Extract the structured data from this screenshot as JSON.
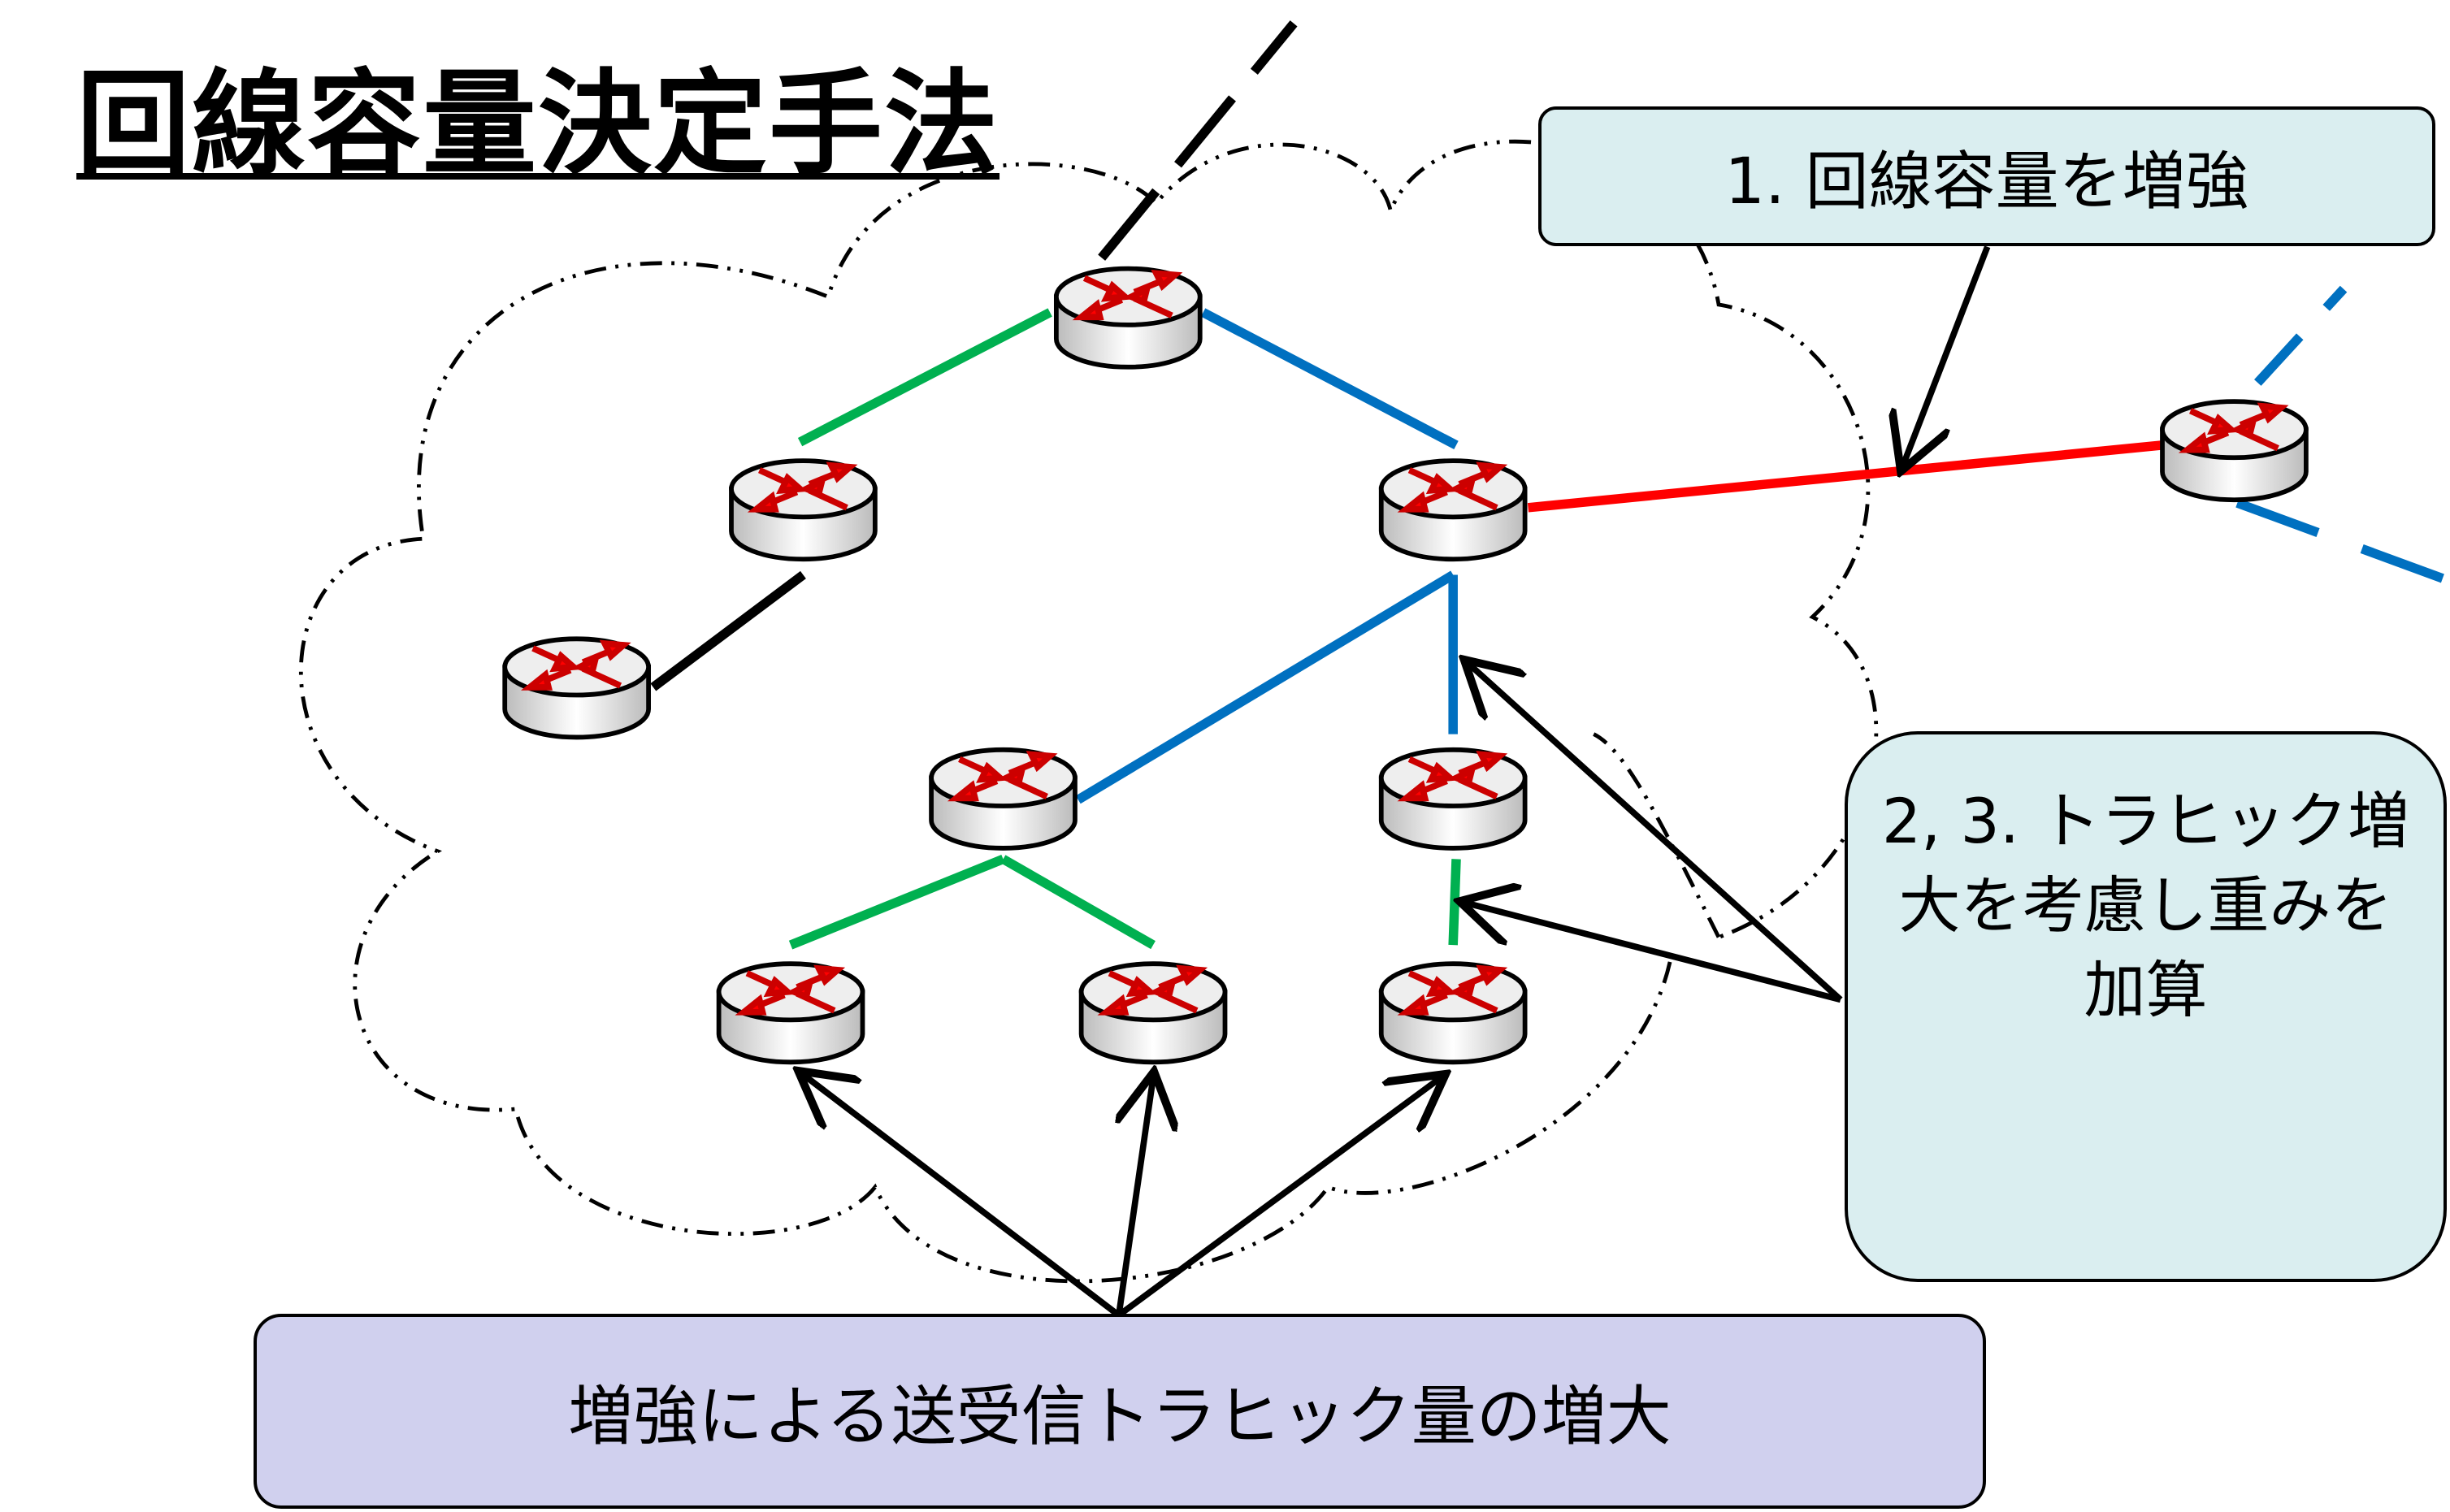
{
  "title": "回線容量決定手法",
  "callouts": {
    "step1": "1. 回線容量を増強",
    "step23": "2, 3. トラヒック増大を考慮し重みを加算",
    "traffic": "増強による送受信トラヒック量の増大"
  },
  "colors": {
    "link_green": "#00b050",
    "link_blue": "#0070c0",
    "link_red": "#ff0000",
    "link_black": "#000000",
    "router_arrow": "#ff0000",
    "callout_teal": "#daeef0",
    "callout_purple": "#d0d0ee"
  },
  "routers": [
    "top",
    "left-upper",
    "right-upper",
    "far-left",
    "middle",
    "right-middle",
    "bottom-left",
    "bottom-center",
    "bottom-right",
    "external"
  ]
}
